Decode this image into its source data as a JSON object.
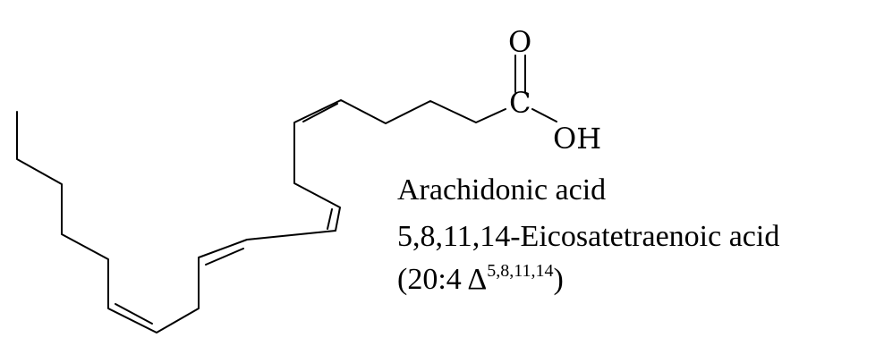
{
  "diagram": {
    "carboxyl": {
      "oxygen_label": "O",
      "carbon_label": "C",
      "hydroxyl_label": "OH"
    },
    "caption": {
      "common_name": "Arachidonic acid",
      "systematic_name": "5,8,11,14-Eicosatetraenoic acid",
      "notation_open": "(20:4 Δ",
      "notation_sup": "5,8,11,14",
      "notation_close": ")"
    }
  }
}
